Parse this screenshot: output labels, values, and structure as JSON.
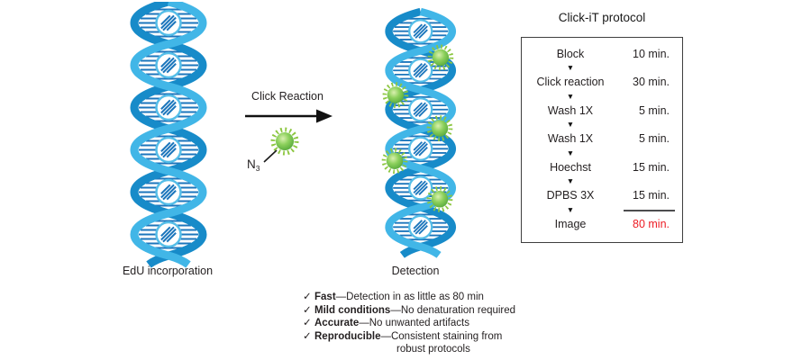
{
  "diagram": {
    "edu_label": "EdU incorporation",
    "detection_label": "Detection",
    "click_reaction_label": "Click Reaction",
    "azide": {
      "symbol": "N",
      "subscript": "3"
    }
  },
  "protocol": {
    "title": "Click-iT protocol",
    "arrow_glyph": "▼",
    "steps": [
      {
        "name": "Block",
        "time": "10 min."
      },
      {
        "name": "Click reaction",
        "time": "30 min."
      },
      {
        "name": "Wash 1X",
        "time": "5 min."
      },
      {
        "name": "Wash 1X",
        "time": "5 min."
      },
      {
        "name": "Hoechst",
        "time": "15 min."
      },
      {
        "name": "DPBS 3X",
        "time": "15 min."
      },
      {
        "name": "Image",
        "time": "80 min."
      }
    ],
    "total_time_color": "#ED1C24"
  },
  "checklist": {
    "check_glyph": "✓",
    "separator": "—",
    "items": [
      {
        "term": "Fast",
        "rest": "Detection in as little as 80 min"
      },
      {
        "term": "Mild conditions",
        "rest": "No denaturation required"
      },
      {
        "term": "Accurate",
        "rest": "No unwanted artifacts"
      },
      {
        "term": "Reproducible",
        "rest": "Consistent staining from",
        "rest2": "robust protocols"
      }
    ]
  },
  "colors": {
    "strand_light": "#41B6E7",
    "strand_dark": "#178BC9",
    "base_pair": "#1C76BC",
    "fluorophore_green": "#8CC63F",
    "highlight_red": "#ED1C24"
  }
}
